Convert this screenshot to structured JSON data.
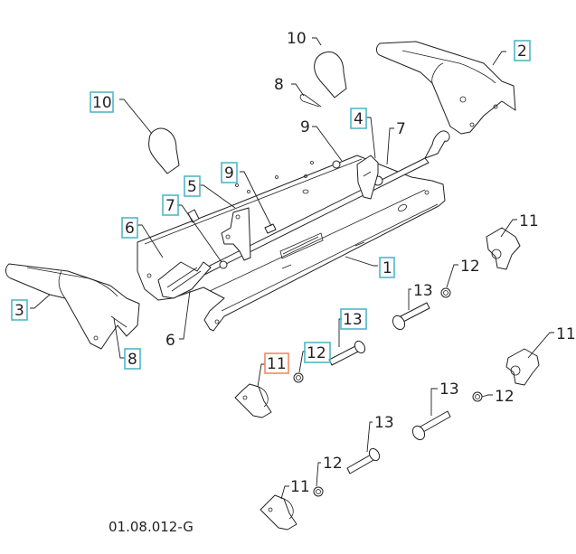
{
  "diagram": {
    "title_code": "01.08.012-G",
    "colors": {
      "highlight_box": "#4fb8c6",
      "selected_box": "#f08a64",
      "line": "#231f20",
      "background": "#ffffff"
    },
    "parts": [
      {
        "number": "1",
        "name": "frame-bracket"
      },
      {
        "number": "2",
        "name": "lever-handle-right"
      },
      {
        "number": "3",
        "name": "lever-handle-left"
      },
      {
        "number": "4",
        "name": "lever-plate"
      },
      {
        "number": "5",
        "name": "bracket-plate"
      },
      {
        "number": "6",
        "name": "lever-plate-left"
      },
      {
        "number": "7",
        "name": "shaft"
      },
      {
        "number": "8",
        "name": "hairpin-clip"
      },
      {
        "number": "9",
        "name": "pin"
      },
      {
        "number": "10",
        "name": "grip-knob"
      },
      {
        "number": "11",
        "name": "star-knob"
      },
      {
        "number": "12",
        "name": "nut"
      },
      {
        "number": "13",
        "name": "carriage-bolt"
      }
    ],
    "callouts": [
      {
        "id": "c10a",
        "text": "10",
        "style": "boxed"
      },
      {
        "id": "c10b",
        "text": "10",
        "style": "plain"
      },
      {
        "id": "c8a",
        "text": "8",
        "style": "plain"
      },
      {
        "id": "c2",
        "text": "2",
        "style": "boxed"
      },
      {
        "id": "c4",
        "text": "4",
        "style": "boxed"
      },
      {
        "id": "c9a",
        "text": "9",
        "style": "plain"
      },
      {
        "id": "c7a",
        "text": "7",
        "style": "plain"
      },
      {
        "id": "c9b",
        "text": "9",
        "style": "boxed"
      },
      {
        "id": "c5",
        "text": "5",
        "style": "boxed"
      },
      {
        "id": "c7b",
        "text": "7",
        "style": "boxed"
      },
      {
        "id": "c6a",
        "text": "6",
        "style": "boxed"
      },
      {
        "id": "c6b",
        "text": "6",
        "style": "plain"
      },
      {
        "id": "c1",
        "text": "1",
        "style": "boxed"
      },
      {
        "id": "c3",
        "text": "3",
        "style": "boxed"
      },
      {
        "id": "c8b",
        "text": "8",
        "style": "boxed"
      },
      {
        "id": "c11a",
        "text": "11",
        "style": "plain"
      },
      {
        "id": "c12a",
        "text": "12",
        "style": "plain"
      },
      {
        "id": "c13a",
        "text": "13",
        "style": "plain"
      },
      {
        "id": "c11b",
        "text": "11",
        "style": "plain"
      },
      {
        "id": "c13b",
        "text": "13",
        "style": "boxed"
      },
      {
        "id": "c12b",
        "text": "12",
        "style": "boxed"
      },
      {
        "id": "c11c",
        "text": "11",
        "style": "selected"
      },
      {
        "id": "c13c",
        "text": "13",
        "style": "plain"
      },
      {
        "id": "c12c",
        "text": "12",
        "style": "plain"
      },
      {
        "id": "c13d",
        "text": "13",
        "style": "plain"
      },
      {
        "id": "c12d",
        "text": "12",
        "style": "plain"
      },
      {
        "id": "c11d",
        "text": "11",
        "style": "plain"
      }
    ]
  }
}
